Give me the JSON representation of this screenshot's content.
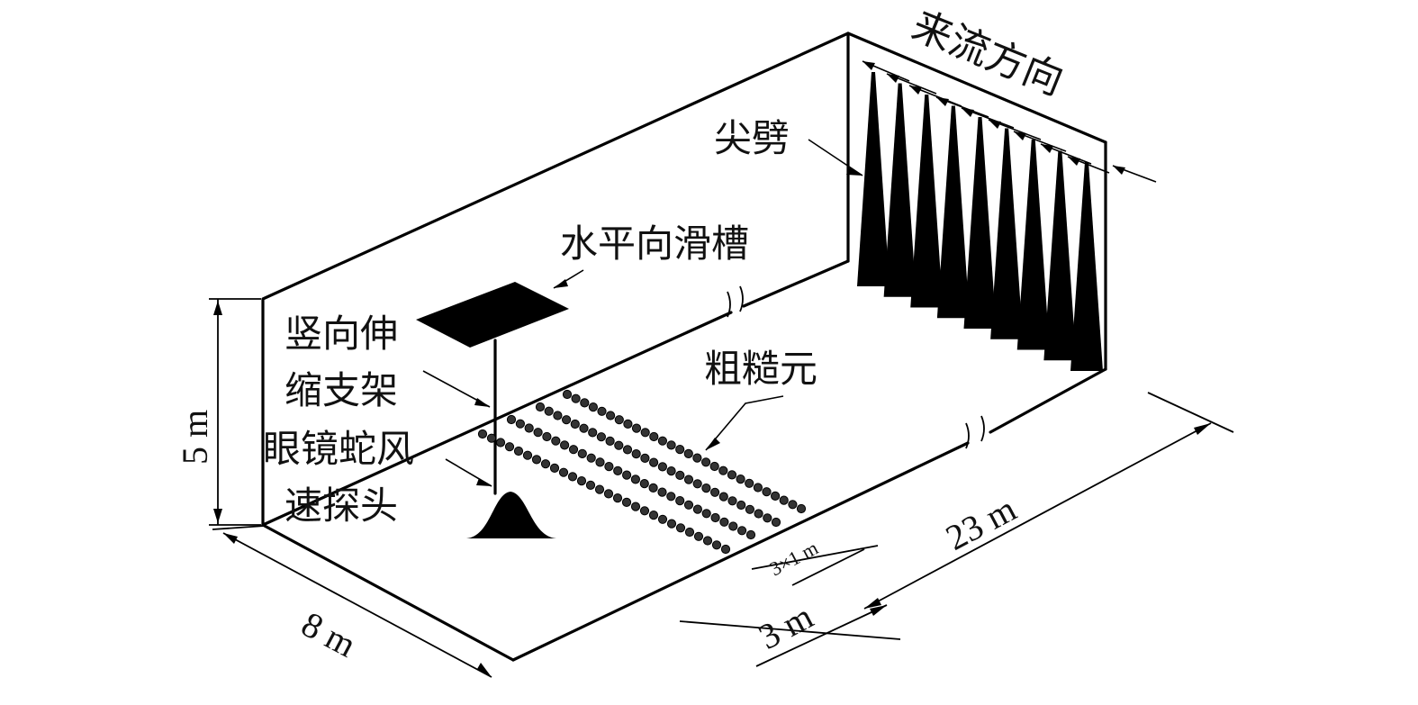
{
  "labels": {
    "inflow_direction": "来流方向",
    "spire": "尖劈",
    "horizontal_slide": "水平向滑槽",
    "vertical_support_line1": "竖向伸",
    "vertical_support_line2": "缩支架",
    "cobra_probe_line1": "眼镜蛇风",
    "cobra_probe_line2": "速探头",
    "roughness_elements": "粗糙元"
  },
  "dimensions": {
    "height": "5 m",
    "width": "8 m",
    "length": "23 m",
    "gap": "3 m",
    "roughness_spacing": "3×1 m"
  }
}
